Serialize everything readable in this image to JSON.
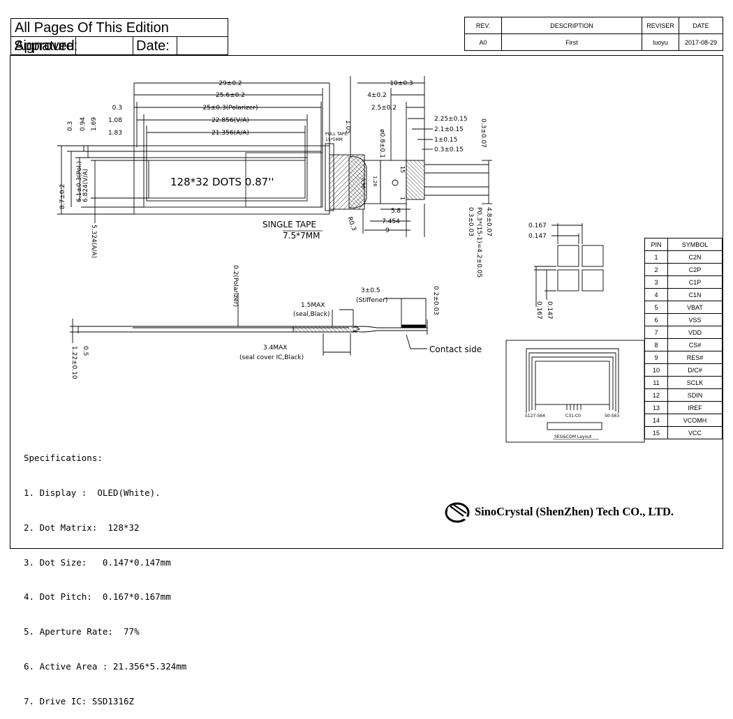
{
  "approval": {
    "title": "All Pages Of This Edition Approved",
    "signature_label": "Signature:",
    "date_label": "Date:"
  },
  "revision_table": {
    "headers": [
      "REV.",
      "DESCRIPTION",
      "REVISER",
      "DATE"
    ],
    "rows": [
      [
        "A0",
        "First",
        "luoyu",
        "2017-08-29"
      ]
    ]
  },
  "front_view": {
    "dims_top": [
      "29±0.2",
      "25.6±0.2",
      "25±0.3(Polarizer)",
      "22.856(V/A)",
      "21.356(A/A)",
      "0.3",
      "1.08",
      "1.83"
    ],
    "dims_side_top": [
      "10±0.3",
      "4±0.2",
      "2.5±0.2",
      "2.25±0.15",
      "2.1±0.15",
      "1±0.15",
      "0.3±0.15",
      "0.3±0.07"
    ],
    "dims_left": [
      "0.3",
      "0.94",
      "1.69",
      "6.1±0.3(Pol.)",
      "6.824(V/A)",
      "8.7±0.2",
      "5.324(A/A)"
    ],
    "dims_right": [
      "5.8",
      "7.454",
      "9",
      "0.3±0.03",
      "P0.3*(15-1)=4.2±0.05",
      "4.8±0.07"
    ],
    "fpc_labels": [
      "1.05",
      "0.96",
      "1.26",
      "ø0.8±0.1",
      "15",
      "1",
      "R0.3"
    ],
    "pull_tape_label": "PULL TAPE",
    "pull_tape_size": "15*5MM",
    "display_text": "128*32 DOTS 0.87''",
    "single_tape_label": "SINGLE TAPE",
    "single_tape_size": "7.5*7MM"
  },
  "side_view": {
    "polarizer_label": "0.2(Polarizer)",
    "seal_label": "1.5MAX",
    "seal_note": "(seal,Black)",
    "stiffener_label": "3±0.5",
    "stiffener_note": "(Stiffener)",
    "fpc_thickness": "0.2±0.03",
    "seal_cover_label": "3.4MAX",
    "seal_cover_note": "(seal cover IC,Black)",
    "contact_side_label": "Contact side",
    "thickness_left": "0.5",
    "thickness_total": "1.22±0.10"
  },
  "dot_detail": {
    "pitch": "0.167",
    "size": "0.147"
  },
  "layout_box": {
    "labels": [
      "S127-S64",
      "C31-C0",
      "S0-S63"
    ],
    "caption": "SEG&COM Layout"
  },
  "pin_table": {
    "headers": [
      "PIN",
      "SYMBOL"
    ],
    "rows": [
      [
        "1",
        "C2N"
      ],
      [
        "2",
        "C2P"
      ],
      [
        "3",
        "C1P"
      ],
      [
        "4",
        "C1N"
      ],
      [
        "5",
        "VBAT"
      ],
      [
        "6",
        "VSS"
      ],
      [
        "7",
        "VDD"
      ],
      [
        "8",
        "CS#"
      ],
      [
        "9",
        "RES#"
      ],
      [
        "10",
        "D/C#"
      ],
      [
        "11",
        "SCLK"
      ],
      [
        "12",
        "SDIN"
      ],
      [
        "13",
        "IREF"
      ],
      [
        "14",
        "VCOMH"
      ],
      [
        "15",
        "VCC"
      ]
    ]
  },
  "specifications": {
    "title": "Specifications:",
    "items": [
      "1. Display :  OLED(White).",
      "2. Dot Matrix:  128*32",
      "3. Dot Size:   0.147*0.147mm",
      "4. Dot Pitch:  0.167*0.167mm",
      "5. Aperture Rate:  77%",
      "6. Active Area : 21.356*5.324mm",
      "7. Drive IC: SSD1316Z"
    ]
  },
  "company": {
    "name": "SinoCrystal (ShenZhen) Tech CO., LTD."
  }
}
